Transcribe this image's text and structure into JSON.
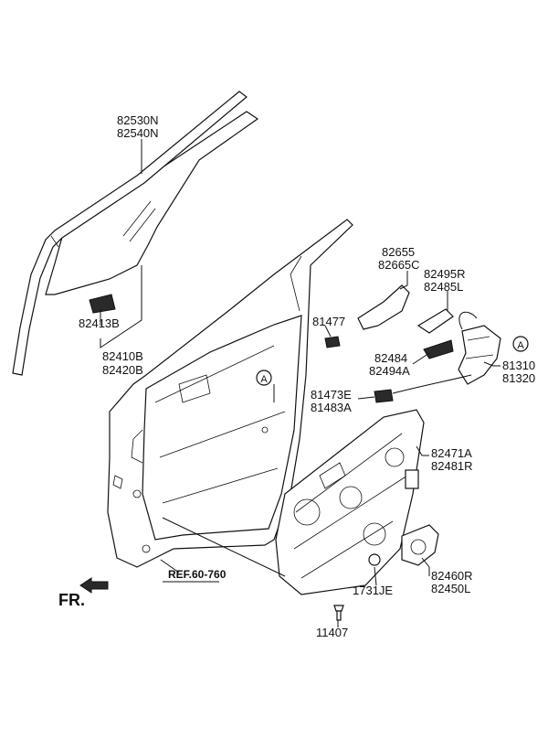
{
  "labels": {
    "glass_top": "82530N",
    "glass_bottom": "82540N",
    "clip": "82413B",
    "run_top": "82410B",
    "run_bottom": "82420B",
    "bolt_small": "81477",
    "handle_top": "82655",
    "handle_bottom": "82665C",
    "rod_top": "82495R",
    "rod_bottom": "82485L",
    "bracket_top": "82484",
    "bracket_bottom": "82494A",
    "latch_top": "81310",
    "latch_bottom": "81320",
    "cable_top": "81473E",
    "cable_bottom": "81483A",
    "module_top": "82471A",
    "module_bottom": "82481R",
    "motor_top": "82460R",
    "motor_bottom": "82450L",
    "plug": "1731JE",
    "screw": "11407",
    "ref": "REF.60-760",
    "front": "FR.",
    "circle_a_1": "A",
    "circle_a_2": "A"
  }
}
